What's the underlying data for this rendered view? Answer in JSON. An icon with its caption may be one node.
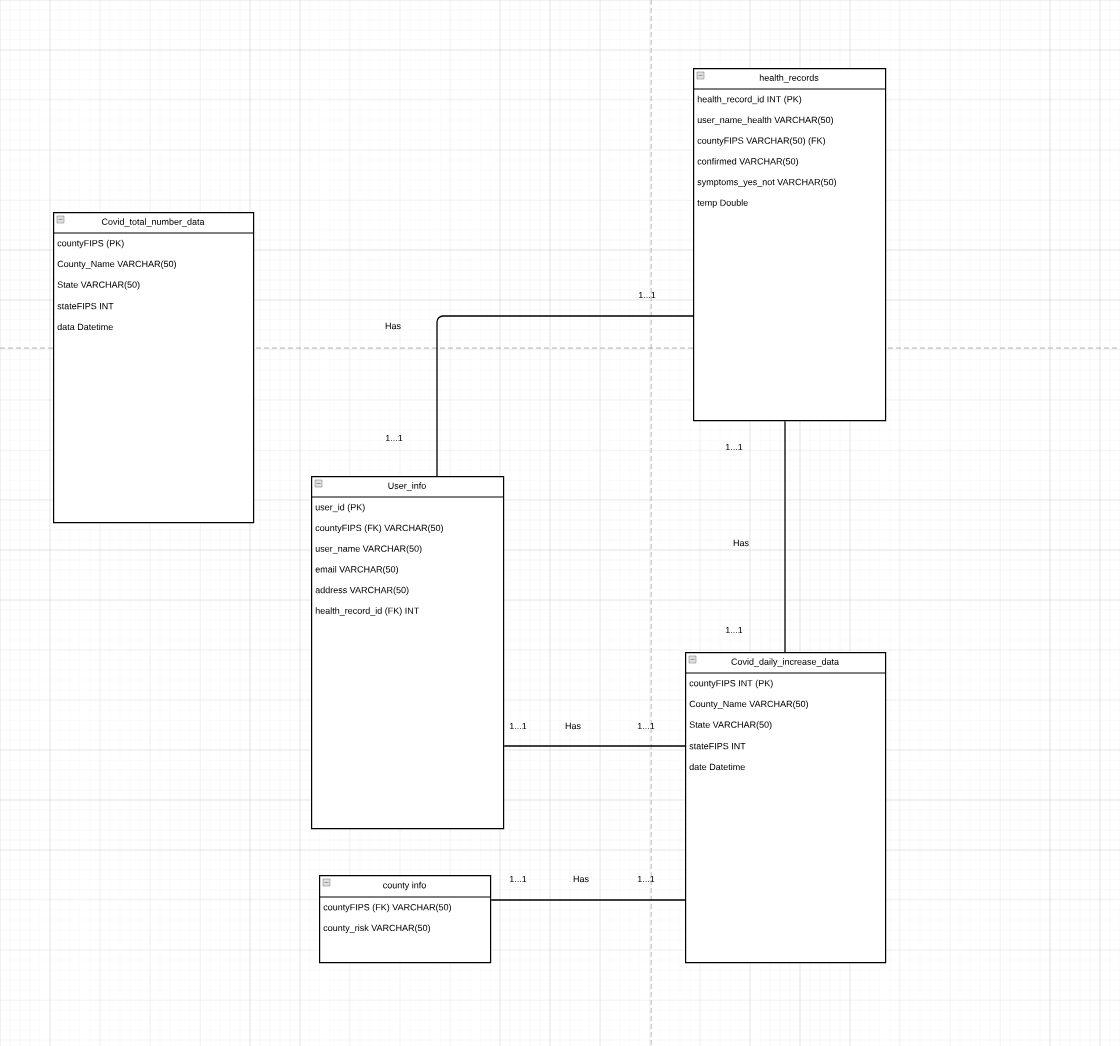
{
  "diagram": {
    "nodes": [
      {
        "text": [
          "health_records",
          "health_record_id  INT (PK)",
          "user_name_health VARCHAR(50)",
          "countyFIPS VARCHAR(50) (FK)",
          "confirmed VARCHAR(50)",
          "symptoms_yes_not VARCHAR(50)",
          "temp Double"
        ]
      },
      {
        "text": [
          "Covid_total_number_data",
          "countyFIPS (PK)",
          "County_Name  VARCHAR(50)",
          "State VARCHAR(50)",
          "stateFIPS INT",
          "data Datetime"
        ]
      },
      {
        "text": [
          "User_info",
          "user_id (PK)",
          "countyFIPS (FK) VARCHAR(50)",
          "user_name VARCHAR(50)",
          "email VARCHAR(50)",
          "address VARCHAR(50)",
          "health_record_id (FK) INT"
        ]
      },
      {
        "text": [
          "Covid_daily_increase_data",
          "countyFIPS INT (PK)",
          "County_Name VARCHAR(50)",
          "State VARCHAR(50)",
          "stateFIPS INT",
          "date Datetime"
        ]
      },
      {
        "text": [
          "county info",
          "countyFIPS (FK) VARCHAR(50)",
          "county_risk VARCHAR(50)"
        ]
      }
    ],
    "edges": [
      {
        "from": 2,
        "to": 0,
        "arrow": "none",
        "label": "Has"
      },
      {
        "from": 0,
        "to": 3,
        "arrow": "none",
        "label": "Has"
      },
      {
        "from": 2,
        "to": 3,
        "arrow": "none",
        "label": "Has"
      },
      {
        "from": 4,
        "to": 3,
        "arrow": "none",
        "label": "Has"
      }
    ],
    "labels": [
      "1...1",
      "1...1",
      "1...1",
      "1...1",
      "1...1",
      "1...1",
      "1...1",
      "1...1"
    ]
  }
}
